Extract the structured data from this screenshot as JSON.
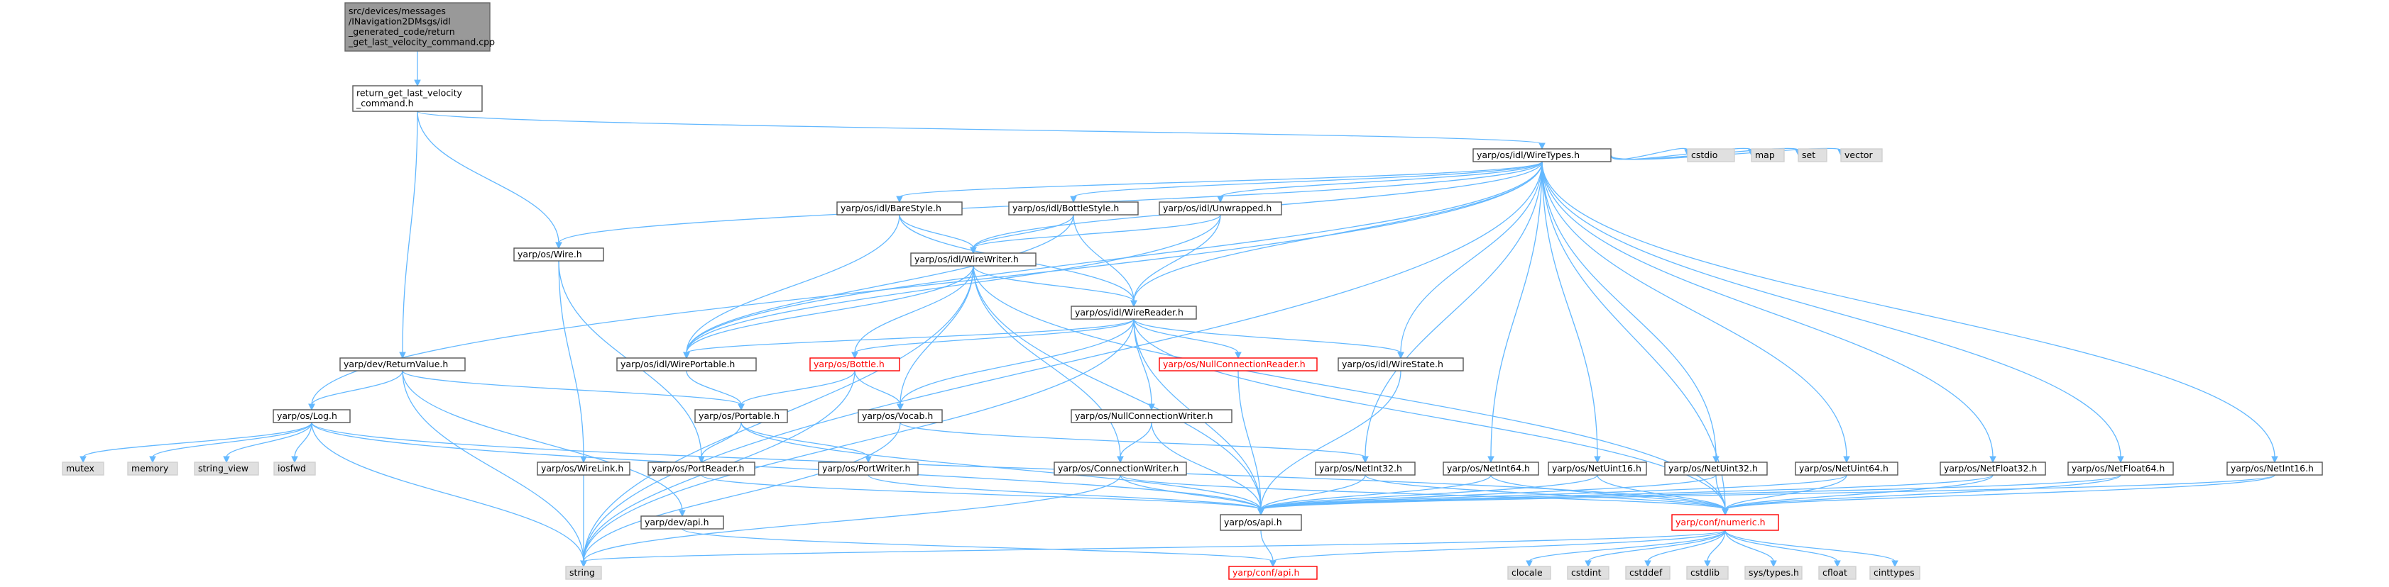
{
  "colors": {
    "edge": "#63b8ff",
    "node_fill": "#ffffff",
    "node_border": "#555555",
    "root_fill": "#999999",
    "root_border": "#666666",
    "sys_fill": "#e0e0e0",
    "sys_border": "#d0d0d0",
    "red_border": "#ff0000",
    "text": "#000000",
    "red_text": "#ff0000"
  },
  "nodes": [
    {
      "id": "root",
      "style": "root",
      "lines": [
        "src/devices/messages",
        "/INavigation2DMsgs/idl",
        "_generated_code/return",
        "_get_last_velocity_command.cpp"
      ]
    },
    {
      "id": "rglv",
      "style": "normal",
      "lines": [
        "return_get_last_velocity",
        "_command.h"
      ]
    },
    {
      "id": "wiretypes",
      "style": "normal",
      "lines": [
        "yarp/os/idl/WireTypes.h"
      ]
    },
    {
      "id": "barestyle",
      "style": "normal",
      "lines": [
        "yarp/os/idl/BareStyle.h"
      ]
    },
    {
      "id": "bottlestyle",
      "style": "normal",
      "lines": [
        "yarp/os/idl/BottleStyle.h"
      ]
    },
    {
      "id": "unwrapped",
      "style": "normal",
      "lines": [
        "yarp/os/idl/Unwrapped.h"
      ]
    },
    {
      "id": "cstdio",
      "style": "sys",
      "lines": [
        "cstdio"
      ]
    },
    {
      "id": "map",
      "style": "sys",
      "lines": [
        "map"
      ]
    },
    {
      "id": "set",
      "style": "sys",
      "lines": [
        "set"
      ]
    },
    {
      "id": "vector",
      "style": "sys",
      "lines": [
        "vector"
      ]
    },
    {
      "id": "wire",
      "style": "normal",
      "lines": [
        "yarp/os/Wire.h"
      ]
    },
    {
      "id": "wirewriter",
      "style": "normal",
      "lines": [
        "yarp/os/idl/WireWriter.h"
      ]
    },
    {
      "id": "wirereader",
      "style": "normal",
      "lines": [
        "yarp/os/idl/WireReader.h"
      ]
    },
    {
      "id": "returnvalue",
      "style": "normal",
      "lines": [
        "yarp/dev/ReturnValue.h"
      ]
    },
    {
      "id": "wireportable",
      "style": "normal",
      "lines": [
        "yarp/os/idl/WirePortable.h"
      ]
    },
    {
      "id": "bottle",
      "style": "red",
      "lines": [
        "yarp/os/Bottle.h"
      ]
    },
    {
      "id": "nullconnreader",
      "style": "red",
      "lines": [
        "yarp/os/NullConnectionReader.h"
      ]
    },
    {
      "id": "wirestate",
      "style": "normal",
      "lines": [
        "yarp/os/idl/WireState.h"
      ]
    },
    {
      "id": "log",
      "style": "normal",
      "lines": [
        "yarp/os/Log.h"
      ]
    },
    {
      "id": "portable",
      "style": "normal",
      "lines": [
        "yarp/os/Portable.h"
      ]
    },
    {
      "id": "vocab",
      "style": "normal",
      "lines": [
        "yarp/os/Vocab.h"
      ]
    },
    {
      "id": "nullconnwriter",
      "style": "normal",
      "lines": [
        "yarp/os/NullConnectionWriter.h"
      ]
    },
    {
      "id": "mutex",
      "style": "sys",
      "lines": [
        "mutex"
      ]
    },
    {
      "id": "memory",
      "style": "sys",
      "lines": [
        "memory"
      ]
    },
    {
      "id": "string_view",
      "style": "sys",
      "lines": [
        "string_view"
      ]
    },
    {
      "id": "iosfwd",
      "style": "sys",
      "lines": [
        "iosfwd"
      ]
    },
    {
      "id": "wirelink",
      "style": "normal",
      "lines": [
        "yarp/os/WireLink.h"
      ]
    },
    {
      "id": "portreader",
      "style": "normal",
      "lines": [
        "yarp/os/PortReader.h"
      ]
    },
    {
      "id": "portwriter",
      "style": "normal",
      "lines": [
        "yarp/os/PortWriter.h"
      ]
    },
    {
      "id": "connwriter",
      "style": "normal",
      "lines": [
        "yarp/os/ConnectionWriter.h"
      ]
    },
    {
      "id": "netint32",
      "style": "normal",
      "lines": [
        "yarp/os/NetInt32.h"
      ]
    },
    {
      "id": "netint64",
      "style": "normal",
      "lines": [
        "yarp/os/NetInt64.h"
      ]
    },
    {
      "id": "netuint16",
      "style": "normal",
      "lines": [
        "yarp/os/NetUint16.h"
      ]
    },
    {
      "id": "netuint32",
      "style": "normal",
      "lines": [
        "yarp/os/NetUint32.h"
      ]
    },
    {
      "id": "netuint64",
      "style": "normal",
      "lines": [
        "yarp/os/NetUint64.h"
      ]
    },
    {
      "id": "netfloat32",
      "style": "normal",
      "lines": [
        "yarp/os/NetFloat32.h"
      ]
    },
    {
      "id": "netfloat64",
      "style": "normal",
      "lines": [
        "yarp/os/NetFloat64.h"
      ]
    },
    {
      "id": "netint16",
      "style": "normal",
      "lines": [
        "yarp/os/NetInt16.h"
      ]
    },
    {
      "id": "devapi",
      "style": "normal",
      "lines": [
        "yarp/dev/api.h"
      ]
    },
    {
      "id": "osapi",
      "style": "normal",
      "lines": [
        "yarp/os/api.h"
      ]
    },
    {
      "id": "numeric",
      "style": "red",
      "lines": [
        "yarp/conf/numeric.h"
      ]
    },
    {
      "id": "string",
      "style": "sys",
      "lines": [
        "string"
      ]
    },
    {
      "id": "confapi",
      "style": "red",
      "lines": [
        "yarp/conf/api.h"
      ]
    },
    {
      "id": "clocale",
      "style": "sys",
      "lines": [
        "clocale"
      ]
    },
    {
      "id": "cstdint",
      "style": "sys",
      "lines": [
        "cstdint"
      ]
    },
    {
      "id": "cstddef",
      "style": "sys",
      "lines": [
        "cstddef"
      ]
    },
    {
      "id": "cstdlib",
      "style": "sys",
      "lines": [
        "cstdlib"
      ]
    },
    {
      "id": "systypes",
      "style": "sys",
      "lines": [
        "sys/types.h"
      ]
    },
    {
      "id": "cfloat",
      "style": "sys",
      "lines": [
        "cfloat"
      ]
    },
    {
      "id": "cinttypes",
      "style": "sys",
      "lines": [
        "cinttypes"
      ]
    }
  ],
  "edges": [
    [
      "root",
      "rglv"
    ],
    [
      "rglv",
      "wiretypes"
    ],
    [
      "rglv",
      "wire"
    ],
    [
      "rglv",
      "returnvalue"
    ],
    [
      "wiretypes",
      "barestyle"
    ],
    [
      "wiretypes",
      "bottlestyle"
    ],
    [
      "wiretypes",
      "unwrapped"
    ],
    [
      "wiretypes",
      "cstdio"
    ],
    [
      "wiretypes",
      "map"
    ],
    [
      "wiretypes",
      "set"
    ],
    [
      "wiretypes",
      "vector"
    ],
    [
      "wiretypes",
      "wire"
    ],
    [
      "wiretypes",
      "wirewriter"
    ],
    [
      "wiretypes",
      "wirereader"
    ],
    [
      "wiretypes",
      "wireportable"
    ],
    [
      "wiretypes",
      "wirestate"
    ],
    [
      "wiretypes",
      "log"
    ],
    [
      "wiretypes",
      "string"
    ],
    [
      "wiretypes",
      "netint32"
    ],
    [
      "wiretypes",
      "netint64"
    ],
    [
      "wiretypes",
      "netuint16"
    ],
    [
      "wiretypes",
      "netuint32"
    ],
    [
      "wiretypes",
      "netuint64"
    ],
    [
      "wiretypes",
      "netfloat32"
    ],
    [
      "wiretypes",
      "netfloat64"
    ],
    [
      "wiretypes",
      "netint16"
    ],
    [
      "wiretypes",
      "numeric"
    ],
    [
      "barestyle",
      "wirewriter"
    ],
    [
      "barestyle",
      "wirereader"
    ],
    [
      "barestyle",
      "wireportable"
    ],
    [
      "bottlestyle",
      "wirewriter"
    ],
    [
      "bottlestyle",
      "wirereader"
    ],
    [
      "bottlestyle",
      "wireportable"
    ],
    [
      "unwrapped",
      "wirewriter"
    ],
    [
      "unwrapped",
      "wirereader"
    ],
    [
      "unwrapped",
      "wireportable"
    ],
    [
      "wire",
      "wirelink"
    ],
    [
      "wire",
      "portreader"
    ],
    [
      "wirewriter",
      "wirereader"
    ],
    [
      "wirewriter",
      "wireportable"
    ],
    [
      "wirewriter",
      "bottle"
    ],
    [
      "wirewriter",
      "vocab"
    ],
    [
      "wirewriter",
      "connwriter"
    ],
    [
      "wirewriter",
      "osapi"
    ],
    [
      "wirewriter",
      "string"
    ],
    [
      "wirewriter",
      "numeric"
    ],
    [
      "wirereader",
      "wireportable"
    ],
    [
      "wirereader",
      "bottle"
    ],
    [
      "wirereader",
      "nullconnreader"
    ],
    [
      "wirereader",
      "nullconnwriter"
    ],
    [
      "wirereader",
      "wirestate"
    ],
    [
      "wirereader",
      "vocab"
    ],
    [
      "wirereader",
      "osapi"
    ],
    [
      "wirereader",
      "string"
    ],
    [
      "wirereader",
      "numeric"
    ],
    [
      "returnvalue",
      "log"
    ],
    [
      "returnvalue",
      "portable"
    ],
    [
      "returnvalue",
      "devapi"
    ],
    [
      "returnvalue",
      "string"
    ],
    [
      "wireportable",
      "portable"
    ],
    [
      "bottle",
      "portable"
    ],
    [
      "bottle",
      "vocab"
    ],
    [
      "bottle",
      "string"
    ],
    [
      "nullconnreader",
      "osapi"
    ],
    [
      "wirestate",
      "osapi"
    ],
    [
      "log",
      "mutex"
    ],
    [
      "log",
      "memory"
    ],
    [
      "log",
      "string_view"
    ],
    [
      "log",
      "iosfwd"
    ],
    [
      "log",
      "osapi"
    ],
    [
      "log",
      "string"
    ],
    [
      "log",
      "numeric"
    ],
    [
      "portable",
      "portreader"
    ],
    [
      "portable",
      "portwriter"
    ],
    [
      "portable",
      "osapi"
    ],
    [
      "vocab",
      "netint32"
    ],
    [
      "vocab",
      "string"
    ],
    [
      "nullconnwriter",
      "connwriter"
    ],
    [
      "nullconnwriter",
      "osapi"
    ],
    [
      "wirelink",
      "string"
    ],
    [
      "portreader",
      "osapi"
    ],
    [
      "portwriter",
      "osapi"
    ],
    [
      "connwriter",
      "osapi"
    ],
    [
      "connwriter",
      "string"
    ],
    [
      "connwriter",
      "numeric"
    ],
    [
      "netint32",
      "osapi"
    ],
    [
      "netint32",
      "numeric"
    ],
    [
      "netint64",
      "osapi"
    ],
    [
      "netint64",
      "numeric"
    ],
    [
      "netuint16",
      "osapi"
    ],
    [
      "netuint16",
      "numeric"
    ],
    [
      "netuint32",
      "osapi"
    ],
    [
      "netuint32",
      "numeric"
    ],
    [
      "netuint64",
      "osapi"
    ],
    [
      "netuint64",
      "numeric"
    ],
    [
      "netfloat32",
      "osapi"
    ],
    [
      "netfloat32",
      "numeric"
    ],
    [
      "netfloat64",
      "osapi"
    ],
    [
      "netfloat64",
      "numeric"
    ],
    [
      "netint16",
      "osapi"
    ],
    [
      "netint16",
      "numeric"
    ],
    [
      "devapi",
      "confapi"
    ],
    [
      "osapi",
      "confapi"
    ],
    [
      "numeric",
      "confapi"
    ],
    [
      "numeric",
      "string"
    ],
    [
      "numeric",
      "clocale"
    ],
    [
      "numeric",
      "cstdint"
    ],
    [
      "numeric",
      "cstddef"
    ],
    [
      "numeric",
      "cstdlib"
    ],
    [
      "numeric",
      "systypes"
    ],
    [
      "numeric",
      "cfloat"
    ],
    [
      "numeric",
      "cinttypes"
    ]
  ]
}
